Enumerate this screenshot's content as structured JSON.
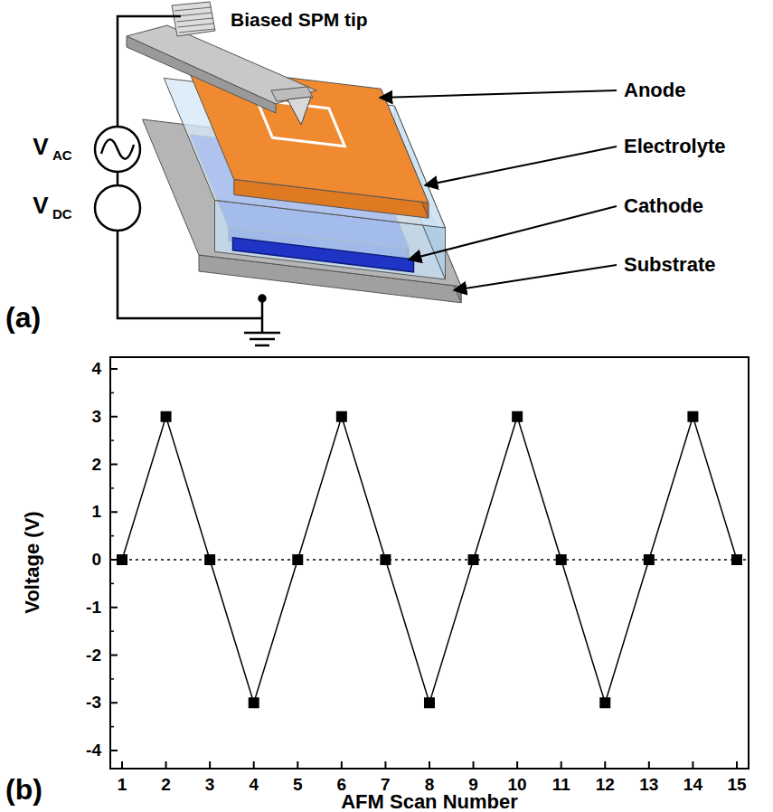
{
  "diagram": {
    "labels": [
      "Biased SPM tip",
      "V",
      "AC",
      "V",
      "DC",
      "Anode",
      "Electrolyte",
      "Cathode",
      "Substrate",
      "(a)",
      "4",
      "3",
      "2",
      "1",
      "0",
      "-1",
      "-2",
      "-3",
      "-4",
      "1",
      "2",
      "3",
      "4",
      "5",
      "6",
      "7",
      "8",
      "9",
      "10",
      "11",
      "12",
      "13",
      "14",
      "15",
      "Voltage (V)",
      "AFM Scan Number",
      "(b)"
    ]
  }
}
